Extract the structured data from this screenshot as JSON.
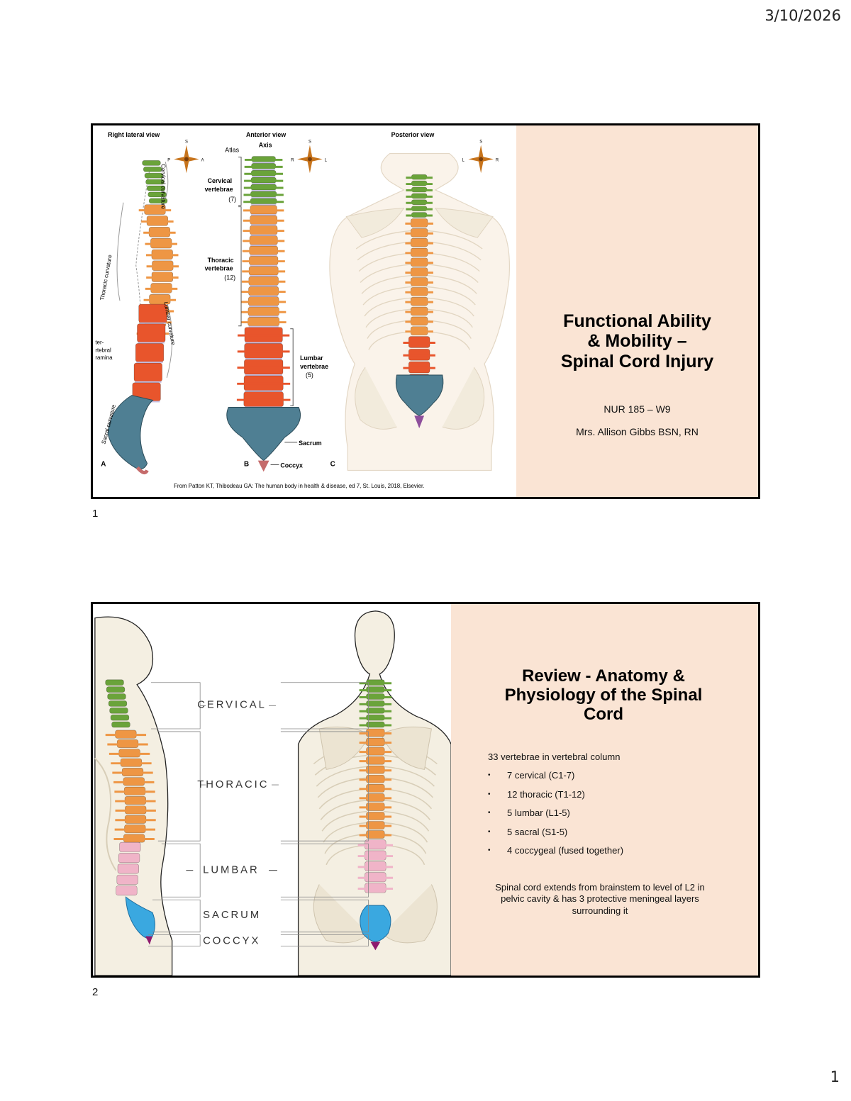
{
  "header": {
    "date": "3/10/2026"
  },
  "footer": {
    "page_number": "1"
  },
  "slides": [
    {
      "number": "1",
      "title_lines": [
        "Functional Ability",
        "& Mobility –",
        "Spinal Cord Injury"
      ],
      "course": "NUR 185 – W9",
      "instructor": "Mrs. Allison Gibbs BSN, RN",
      "figure": {
        "view_labels": [
          "Right lateral view",
          "Anterior view",
          "Posterior view"
        ],
        "labels": {
          "atlas": "Atlas",
          "axis": "Axis",
          "cervical_vertebrae": [
            "Cervical",
            "vertebrae",
            "(7)"
          ],
          "thoracic_vertebrae": [
            "Thoracic",
            "vertebrae",
            "(12)"
          ],
          "lumbar_vertebrae": [
            "Lumbar",
            "vertebrae",
            "(5)"
          ],
          "sacrum": "Sacrum",
          "coccyx": "Coccyx",
          "cervical_curvature": "Cervical curvature",
          "thoracic_curvature": "Thoracic curvature",
          "lumbar_curvature": "Lumbar curvature",
          "sacral_curvature": "Sacral curvature",
          "intervertebral_foramina": [
            "ter-",
            "rtebral",
            "ramina"
          ],
          "panel_letters": [
            "A",
            "B",
            "C"
          ]
        },
        "compass": [
          "S",
          "P",
          "A",
          "R",
          "L",
          "L",
          "R"
        ],
        "caption": "From Patton KT, Thibodeau GA: The human body in health & disease, ed 7, St. Louis, 2018, Elsevier."
      }
    },
    {
      "number": "2",
      "title_lines": [
        "Review - Anatomy &",
        "Physiology of the Spinal",
        "Cord"
      ],
      "intro": "33 vertebrae in vertebral column",
      "list": [
        "7 cervical (C1-7)",
        "12 thoracic (T1-12)",
        "5 lumbar (L1-5)",
        "5 sacral (S1-5)",
        "4 coccygeal (fused together)"
      ],
      "note": "Spinal cord extends from brainstem to level of L2 in pelvic cavity & has 3 protective meningeal layers surrounding it",
      "figure": {
        "region_labels": [
          "CERVICAL",
          "THORACIC",
          "LUMBAR",
          "SACRUM",
          "COCCYX"
        ]
      }
    }
  ],
  "colors": {
    "panel_bg": "#fae4d4",
    "cervical": "#6aa33a",
    "thoracic": "#ee9644",
    "lumbar_slide1": "#e8552c",
    "sacrum_slide1": "#5b8aa0",
    "lumbar_slide2": "#f0b4c8",
    "sacrum_slide2": "#3aa8e0",
    "coccyx_slide2": "#8e1a6e",
    "bone": "#f0ead8"
  }
}
